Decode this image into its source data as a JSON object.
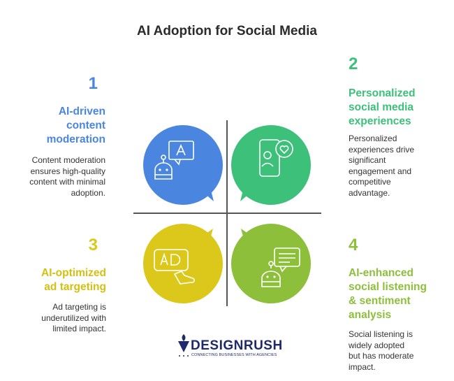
{
  "title": "AI Adoption for Social Media",
  "colors": {
    "q1": "#4a86e0",
    "q2": "#3cc07a",
    "q3": "#dcc81a",
    "q4": "#8dbf3b",
    "divider": "#555555"
  },
  "quadrants": [
    {
      "number": "1",
      "heading": "AI-driven content moderation",
      "body": "Content moderation ensures high-quality content with minimal adoption.",
      "icon": "robot-chat-icon"
    },
    {
      "number": "2",
      "heading": "Personalized social media experiences",
      "body": "Personalized experiences drive significant engagement and competitive advantage.",
      "icon": "phone-heart-user-icon"
    },
    {
      "number": "3",
      "heading": "AI-optimized ad targeting",
      "body": "Ad targeting is underutilized with limited impact.",
      "icon": "ad-click-icon"
    },
    {
      "number": "4",
      "heading": "AI-enhanced social listening & sentiment analysis",
      "body": "Social listening is widely adopted but has moderate impact.",
      "icon": "robot-message-icon"
    }
  ],
  "logo": {
    "name": "DESIGNRUSH",
    "tagline": "CONNECTING BUSINESSES WITH AGENCIES"
  }
}
